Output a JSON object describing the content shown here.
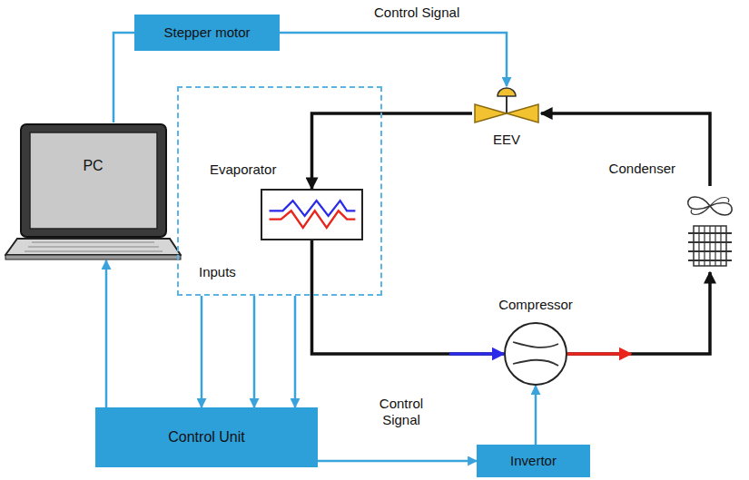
{
  "diagram": {
    "nodes": [
      {
        "text": [
          "Stepper motor"
        ]
      },
      {
        "text": [
          "EEV"
        ]
      },
      {
        "text": [
          "PC"
        ]
      },
      {
        "text": [
          "Inputs"
        ]
      },
      {
        "text": [
          "Evaporator"
        ],
        "in": 3
      },
      {
        "text": [
          "Condenser"
        ]
      },
      {
        "text": [
          "Compressor"
        ]
      },
      {
        "text": [
          "Control Unit"
        ]
      },
      {
        "text": [
          "Invertor"
        ]
      }
    ],
    "edges": [
      {
        "from": 2,
        "to": 0,
        "arrow": "none"
      },
      {
        "from": 0,
        "to": 1,
        "arrow": "to",
        "label": "Control Signal"
      },
      {
        "from": 1,
        "to": 4,
        "arrow": "to"
      },
      {
        "from": 4,
        "to": 6,
        "arrow": "to"
      },
      {
        "from": 6,
        "to": 5,
        "arrow": "to"
      },
      {
        "from": 5,
        "to": 1,
        "arrow": "to"
      },
      {
        "from": 3,
        "to": 7,
        "arrow": "to"
      },
      {
        "from": 3,
        "to": 7,
        "arrow": "to"
      },
      {
        "from": 3,
        "to": 7,
        "arrow": "to"
      },
      {
        "from": 7,
        "to": 2,
        "arrow": "to"
      },
      {
        "from": 7,
        "to": 8,
        "arrow": "to",
        "label": "Control Signal"
      },
      {
        "from": 8,
        "to": 6,
        "arrow": "to"
      }
    ]
  }
}
